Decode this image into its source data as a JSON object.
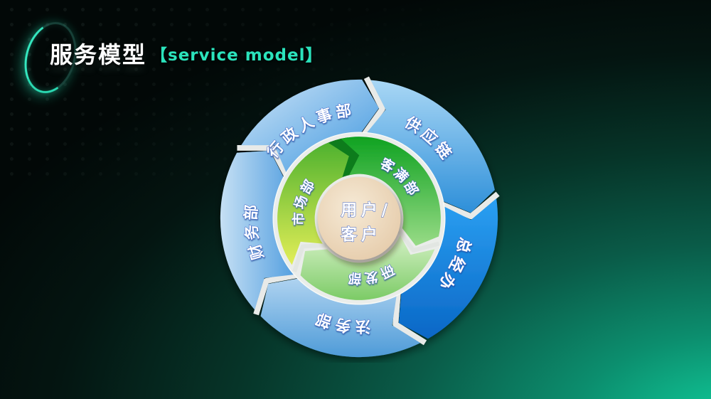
{
  "slide": {
    "title": "服务模型",
    "subtitle": "【service model】",
    "accent_color": "#2BE3BC",
    "background_glow_color": "#10CE9C"
  },
  "diagram": {
    "type": "circular-flow",
    "center": {
      "line1": "用户/",
      "line2": "客户",
      "fill_from": "#F6EAD6",
      "fill_to": "#E4C9A7"
    },
    "inner_ring": {
      "shadow_wedge_color": "#0E7C1D",
      "segments": [
        {
          "label": "客满部",
          "from": "#0FA221",
          "to": "#98DB86",
          "start": 345,
          "end": 465
        },
        {
          "label": "研发部",
          "from": "#D5F1C6",
          "to": "#7CCB66",
          "start": 110,
          "end": 228
        },
        {
          "label": "市场部",
          "from": "#E3EE58",
          "to": "#4FB22E",
          "dir": [
            0,
            1,
            0,
            0
          ],
          "start": 233,
          "end": 340
        }
      ]
    },
    "outer_ring": {
      "segments": [
        {
          "label": "供应链",
          "from": "#A9D7F5",
          "to": "#2D8FD9",
          "start": 3,
          "end": 80
        },
        {
          "label": "总经办",
          "from": "#2BA0F2",
          "to": "#0A67C6",
          "start": 80,
          "end": 152
        },
        {
          "label": "法务部",
          "from": "#AFD3F0",
          "to": "#4E9BD8",
          "start": 152,
          "end": 227
        },
        {
          "label": "财务部",
          "from": "#C6E0F4",
          "to": "#539FE0",
          "dir": [
            0,
            0,
            1,
            0
          ],
          "start": 227,
          "end": 300
        },
        {
          "label": "行政人事部",
          "from": "#CDE4F7",
          "to": "#3E97DF",
          "dir": [
            0,
            0,
            1,
            1
          ],
          "start": 300,
          "end": 363
        }
      ]
    }
  }
}
